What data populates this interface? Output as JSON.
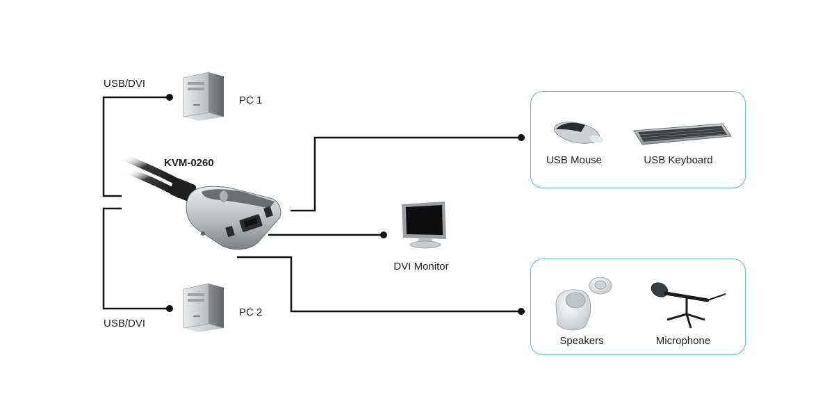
{
  "labels": {
    "pc1_connection": "USB/DVI",
    "pc1": "PC 1",
    "pc2_connection": "USB/DVI",
    "pc2": "PC 2",
    "kvm_model": "KVM-0260",
    "monitor": "DVI Monitor"
  },
  "panels": {
    "input": {
      "mouse": "USB Mouse",
      "keyboard": "USB Keyboard"
    },
    "audio": {
      "speakers": "Speakers",
      "microphone": "Microphone"
    }
  },
  "colors": {
    "line": "#111111",
    "panel_border": "#5bb7e0",
    "device_silver": "#c9cccf"
  }
}
